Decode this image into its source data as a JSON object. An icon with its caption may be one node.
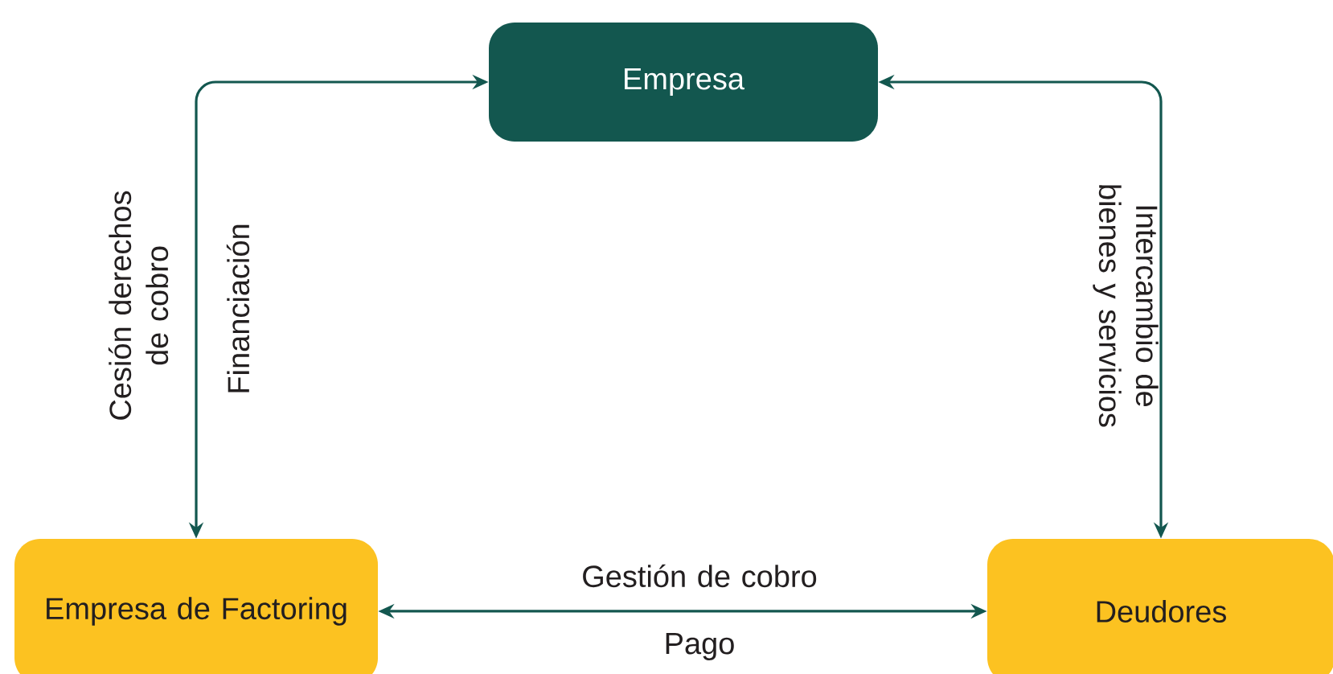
{
  "diagram": {
    "nodes": [
      {
        "text": [
          "Empresa"
        ]
      },
      {
        "text": [
          "Empresa de Factoring"
        ]
      },
      {
        "text": [
          "Deudores"
        ]
      }
    ],
    "edges": [
      {
        "from": 0,
        "to": 1,
        "arrow": "both",
        "label": "Cesión derechos de cobro"
      },
      {
        "from": 0,
        "to": 2,
        "arrow": "both",
        "label": "Intercambio de bienes y servicios"
      },
      {
        "from": 1,
        "to": 2,
        "arrow": "both",
        "label": "Gestión de cobro"
      }
    ],
    "labels": [
      "Financiación",
      "Pago"
    ]
  }
}
